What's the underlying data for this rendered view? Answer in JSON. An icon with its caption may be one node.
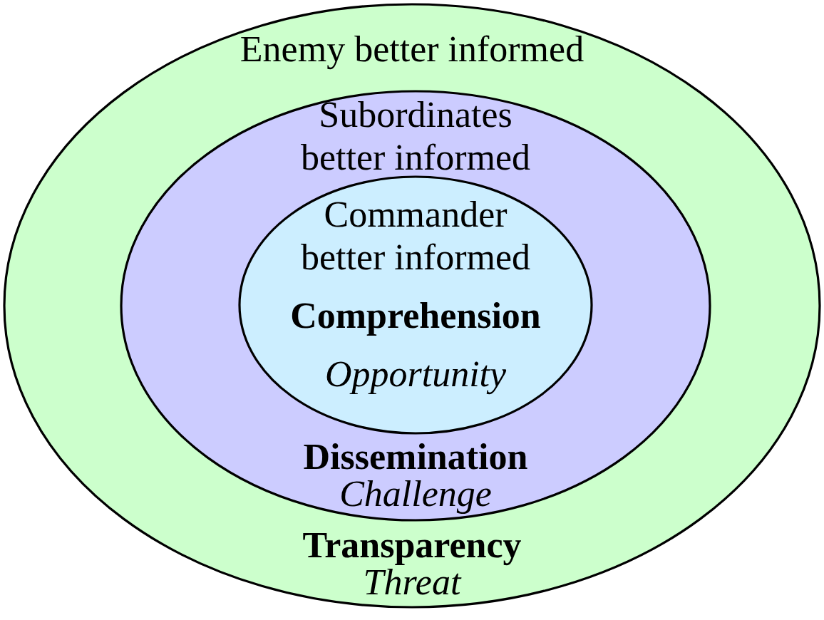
{
  "diagram": {
    "nodes": [
      {
        "text": [
          "Enemy better informed",
          "Transparency",
          "Threat"
        ]
      },
      {
        "text": [
          "Subordinates better informed",
          "Dissemination",
          "Challenge"
        ],
        "in": 0
      },
      {
        "text": [
          "Commander better informed",
          "Comprehension",
          "Opportunity"
        ],
        "in": 1
      }
    ]
  }
}
